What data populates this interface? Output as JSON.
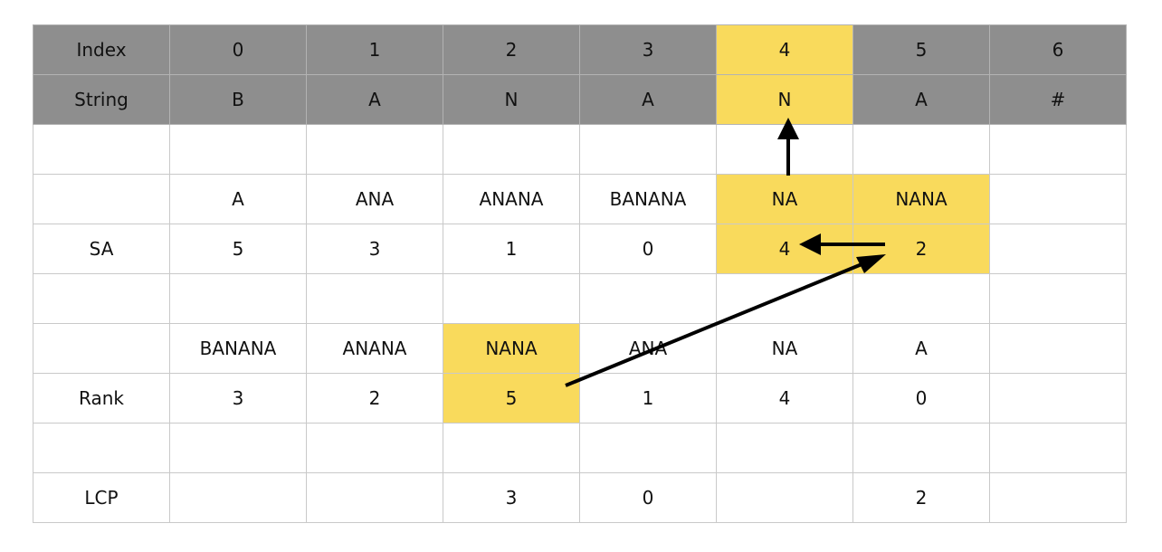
{
  "highlight_color": "#f9da5c",
  "header_color": "#8e8e8e",
  "rows": [
    {
      "key": "index",
      "header": true,
      "cells": [
        "Index",
        "0",
        "1",
        "2",
        "3",
        "4",
        "5",
        "6"
      ]
    },
    {
      "key": "string",
      "header": true,
      "cells": [
        "String",
        "B",
        "A",
        "N",
        "A",
        "N",
        "A",
        "#"
      ]
    },
    {
      "key": "blank-1",
      "header": false,
      "cells": [
        "",
        "",
        "",
        "",
        "",
        "",
        "",
        ""
      ]
    },
    {
      "key": "sa-suffix",
      "header": false,
      "cells": [
        "",
        "A",
        "ANA",
        "ANANA",
        "BANANA",
        "NA",
        "NANA",
        ""
      ]
    },
    {
      "key": "sa",
      "header": false,
      "cells": [
        "SA",
        "5",
        "3",
        "1",
        "0",
        "4",
        "2",
        ""
      ]
    },
    {
      "key": "blank-2",
      "header": false,
      "cells": [
        "",
        "",
        "",
        "",
        "",
        "",
        "",
        ""
      ]
    },
    {
      "key": "rank-suffix",
      "header": false,
      "cells": [
        "",
        "BANANA",
        "ANANA",
        "NANA",
        "ANA",
        "NA",
        "A",
        ""
      ]
    },
    {
      "key": "rank",
      "header": false,
      "cells": [
        "Rank",
        "3",
        "2",
        "5",
        "1",
        "4",
        "0",
        ""
      ]
    },
    {
      "key": "blank-3",
      "header": false,
      "cells": [
        "",
        "",
        "",
        "",
        "",
        "",
        "",
        ""
      ]
    },
    {
      "key": "lcp",
      "header": false,
      "cells": [
        "LCP",
        "",
        "",
        "3",
        "0",
        "",
        "2",
        ""
      ]
    }
  ],
  "highlighted_cells": [
    [
      0,
      5
    ],
    [
      1,
      5
    ],
    [
      3,
      5
    ],
    [
      3,
      6
    ],
    [
      4,
      5
    ],
    [
      4,
      6
    ],
    [
      6,
      3
    ],
    [
      7,
      3
    ]
  ],
  "arrows": [
    {
      "name": "arrow-rank-to-sa",
      "from_cell": [
        7,
        3
      ],
      "to_cell": [
        4,
        6
      ]
    },
    {
      "name": "arrow-sa-2-to-4",
      "from_cell": [
        4,
        6
      ],
      "to_cell": [
        4,
        5
      ]
    },
    {
      "name": "arrow-sa-to-string",
      "from_cell": [
        3,
        5
      ],
      "to_cell": [
        1,
        5
      ]
    }
  ]
}
